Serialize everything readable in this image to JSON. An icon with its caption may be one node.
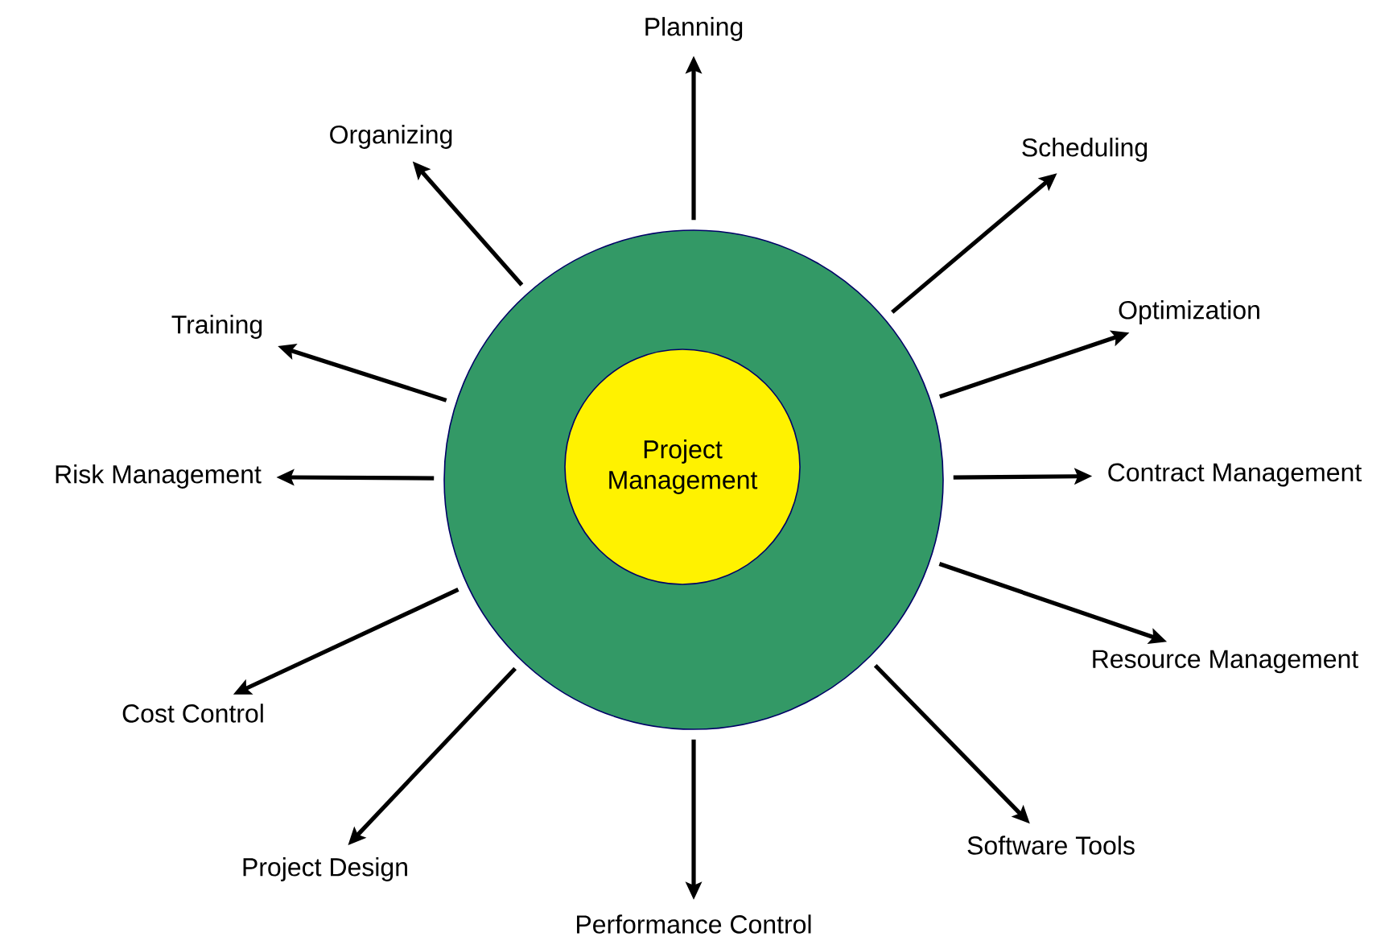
{
  "diagram": {
    "nodes": [
      {
        "text": [],
        "shape": "circle"
      },
      {
        "text": [
          "Project Management"
        ],
        "in": 0
      },
      {
        "text": [
          "Planning"
        ]
      },
      {
        "text": [
          "Organizing"
        ]
      },
      {
        "text": [
          "Scheduling"
        ]
      },
      {
        "text": [
          "Optimization"
        ]
      },
      {
        "text": [
          "Training"
        ]
      },
      {
        "text": [
          "Risk Management"
        ]
      },
      {
        "text": [
          "Contract Management"
        ]
      },
      {
        "text": [
          "Resource Management"
        ]
      },
      {
        "text": [
          "Cost Control"
        ]
      },
      {
        "text": [
          "Software Tools"
        ]
      },
      {
        "text": [
          "Project Design"
        ]
      },
      {
        "text": [
          "Performance Control"
        ]
      }
    ],
    "edges": [
      {
        "from": 0,
        "to": 2,
        "arrow": "to"
      },
      {
        "from": 0,
        "to": 3,
        "arrow": "to"
      },
      {
        "from": 0,
        "to": 4,
        "arrow": "to"
      },
      {
        "from": 0,
        "to": 5,
        "arrow": "to"
      },
      {
        "from": 0,
        "to": 6,
        "arrow": "to"
      },
      {
        "from": 0,
        "to": 7,
        "arrow": "to"
      },
      {
        "from": 0,
        "to": 8,
        "arrow": "to"
      },
      {
        "from": 0,
        "to": 9,
        "arrow": "to"
      },
      {
        "from": 0,
        "to": 10,
        "arrow": "to"
      },
      {
        "from": 0,
        "to": 11,
        "arrow": "to"
      },
      {
        "from": 0,
        "to": 12,
        "arrow": "to"
      },
      {
        "from": 0,
        "to": 13,
        "arrow": "to"
      }
    ]
  }
}
